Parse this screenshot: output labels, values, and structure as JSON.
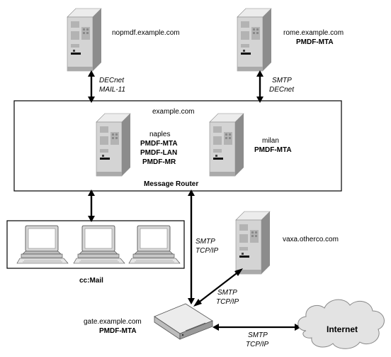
{
  "nodes": {
    "nopmdf": {
      "host": "nopmdf.example.com"
    },
    "rome": {
      "host": "rome.example.com",
      "role": "PMDF-MTA"
    },
    "naples": {
      "host": "naples",
      "roles": [
        "PMDF-MTA",
        "PMDF-LAN",
        "PMDF-MR"
      ]
    },
    "milan": {
      "host": "milan",
      "role": "PMDF-MTA"
    },
    "vaxa": {
      "host": "vaxa.otherco.com"
    },
    "gate": {
      "host": "gate.example.com",
      "role": "PMDF-MTA"
    },
    "internet": {
      "label": "Internet"
    }
  },
  "domain_box": {
    "title": "example.com",
    "router_label": "Message Router"
  },
  "ccmail": {
    "label": "cc:Mail"
  },
  "links": {
    "nopmdf": [
      "DECnet",
      "MAIL-11"
    ],
    "rome": [
      "SMTP",
      "DECnet"
    ],
    "router_gate": [
      "SMTP",
      "TCP/IP"
    ],
    "vaxa_gate": [
      "SMTP",
      "TCP/IP"
    ],
    "gate_internet": [
      "SMTP",
      "TCP/IP"
    ]
  }
}
